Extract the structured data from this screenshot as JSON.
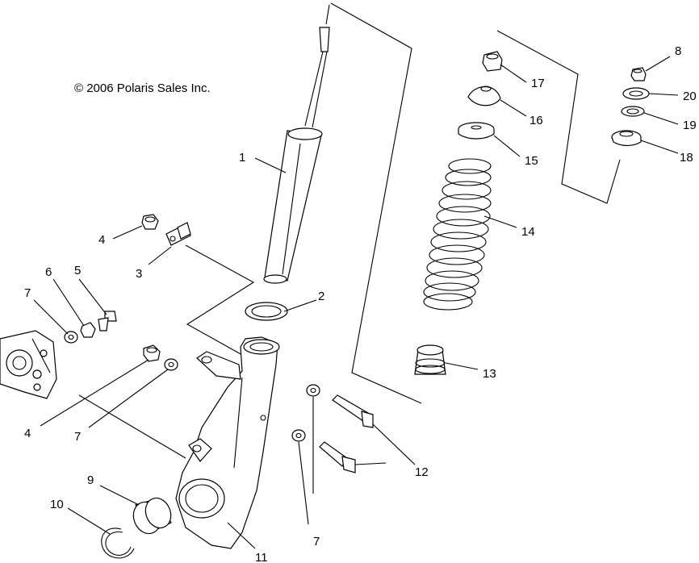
{
  "copyright": "© 2006 Polaris Sales Inc.",
  "callouts": {
    "c1": "1",
    "c2": "2",
    "c3": "3",
    "c4a": "4",
    "c4b": "4",
    "c5": "5",
    "c6": "6",
    "c7a": "7",
    "c7b": "7",
    "c7c": "7",
    "c8": "8",
    "c9": "9",
    "c10": "10",
    "c11": "11",
    "c12": "12",
    "c13": "13",
    "c14": "14",
    "c15": "15",
    "c16": "16",
    "c17": "17",
    "c18": "18",
    "c19": "19",
    "c20": "20"
  }
}
